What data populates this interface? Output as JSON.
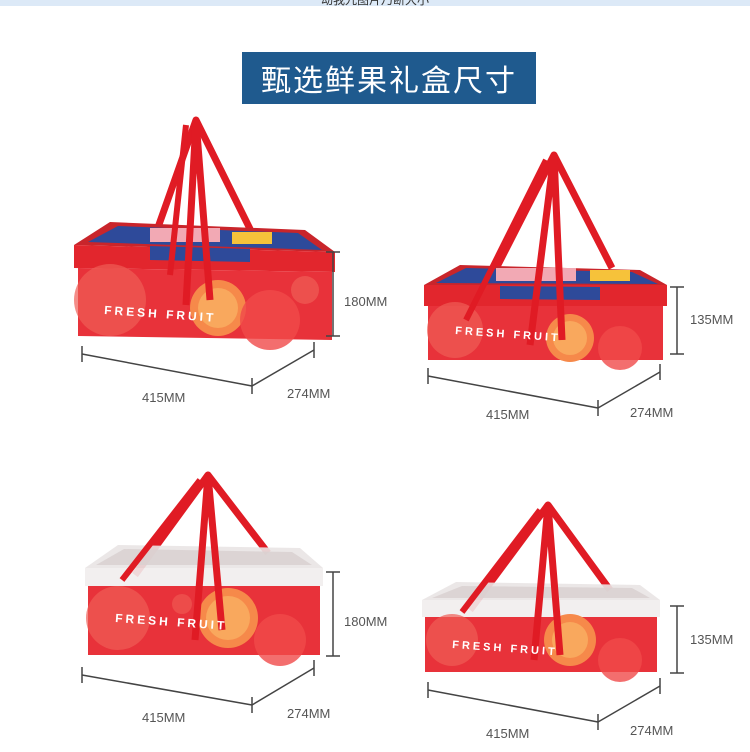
{
  "header": {
    "note": "动我九图片乃断大小",
    "title": "甄选鲜果礼盒尺寸"
  },
  "box_print": {
    "text": "FRESH FRUIT"
  },
  "products": [
    {
      "length": "415MM",
      "width": "274MM",
      "height": "180MM",
      "lid": "printed"
    },
    {
      "length": "415MM",
      "width": "274MM",
      "height": "135MM",
      "lid": "printed"
    },
    {
      "length": "415MM",
      "width": "274MM",
      "height": "180MM",
      "lid": "transparent"
    },
    {
      "length": "415MM",
      "width": "274MM",
      "height": "135MM",
      "lid": "transparent"
    }
  ],
  "colors": {
    "banner": "#1f5a8e",
    "box_red": "#e8323a",
    "strap": "#e01b24",
    "dim_line": "#444444"
  }
}
